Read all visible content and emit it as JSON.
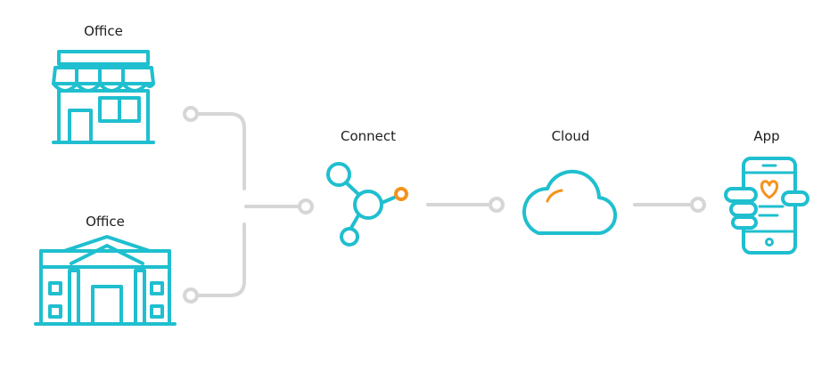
{
  "labels": {
    "office_top": "Office",
    "office_bottom": "Office",
    "connect": "Connect",
    "cloud": "Cloud",
    "app": "App"
  },
  "colors": {
    "primary": "#1fbfcf",
    "accent": "#f5921e",
    "connector": "#d6d6d6",
    "text": "#1e1e1e"
  },
  "icons": [
    "storefront-icon",
    "bank-building-icon",
    "network-hub-icon",
    "cloud-icon",
    "smartphone-heart-icon"
  ]
}
